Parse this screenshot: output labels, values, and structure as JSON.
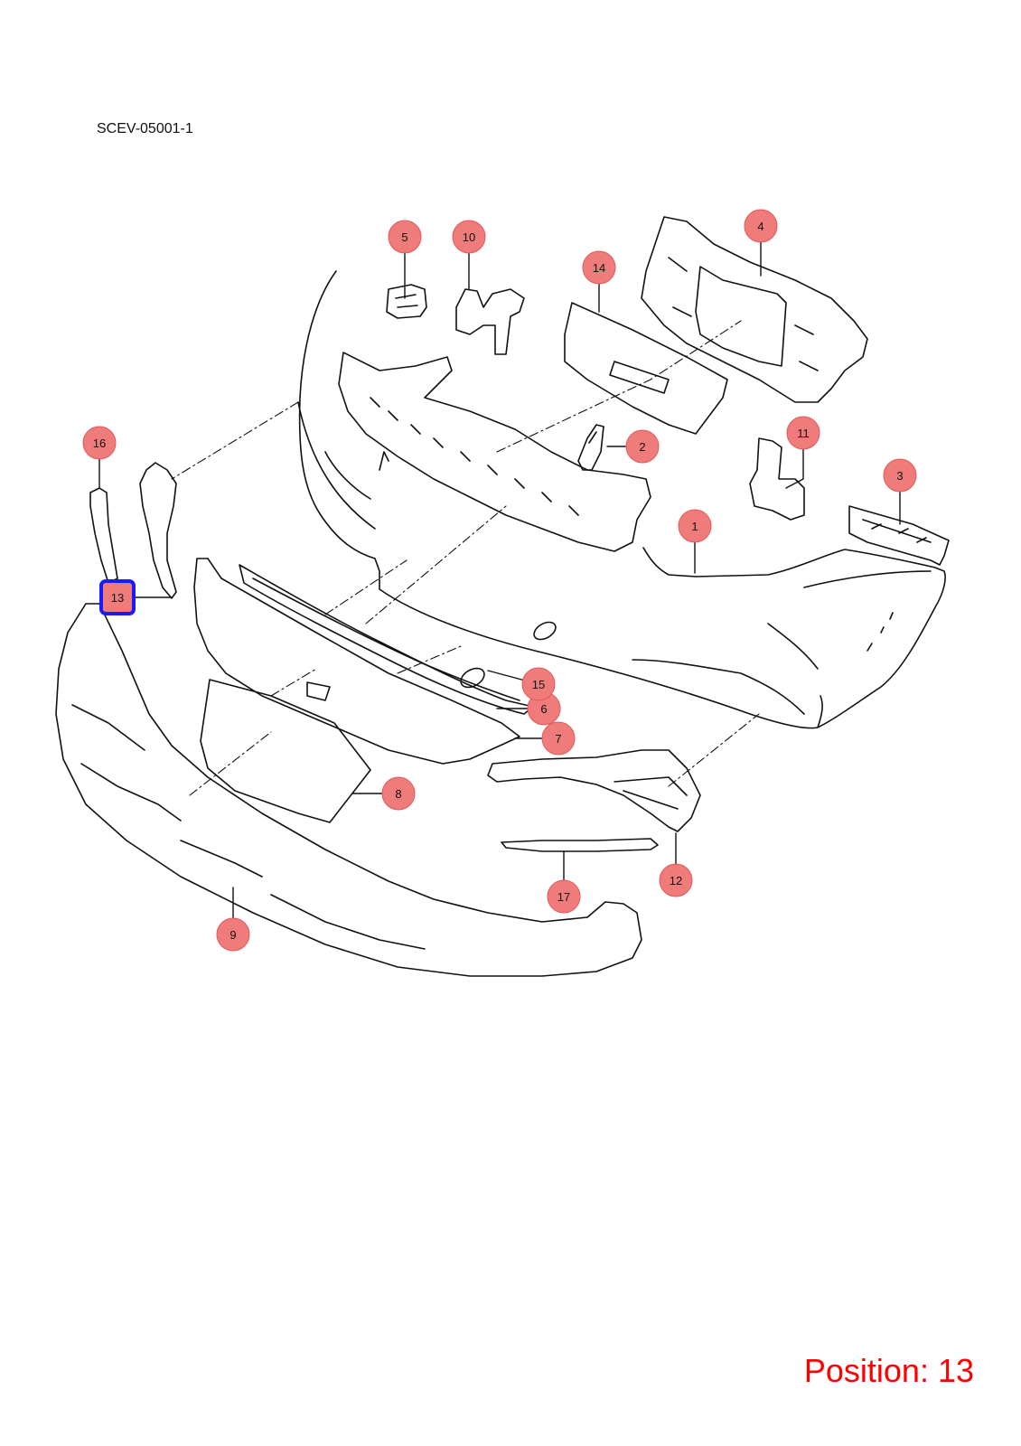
{
  "diagram_code": "SCEV-05001-1",
  "position_label": "Position: 13",
  "selected_callout": "13",
  "colors": {
    "callout_fill": "#f07b7b",
    "callout_stroke": "#e05a5a",
    "selected_stroke": "#1a1aff",
    "position_text": "#ff0000",
    "line": "#111111"
  },
  "callouts": [
    {
      "id": "callout-1",
      "label": "1"
    },
    {
      "id": "callout-2",
      "label": "2"
    },
    {
      "id": "callout-3",
      "label": "3"
    },
    {
      "id": "callout-4",
      "label": "4"
    },
    {
      "id": "callout-5",
      "label": "5"
    },
    {
      "id": "callout-6",
      "label": "6"
    },
    {
      "id": "callout-7",
      "label": "7"
    },
    {
      "id": "callout-8",
      "label": "8"
    },
    {
      "id": "callout-9",
      "label": "9"
    },
    {
      "id": "callout-10",
      "label": "10"
    },
    {
      "id": "callout-11",
      "label": "11"
    },
    {
      "id": "callout-12",
      "label": "12"
    },
    {
      "id": "callout-13",
      "label": "13"
    },
    {
      "id": "callout-14",
      "label": "14"
    },
    {
      "id": "callout-15",
      "label": "15"
    },
    {
      "id": "callout-16",
      "label": "16"
    },
    {
      "id": "callout-17",
      "label": "17"
    }
  ]
}
